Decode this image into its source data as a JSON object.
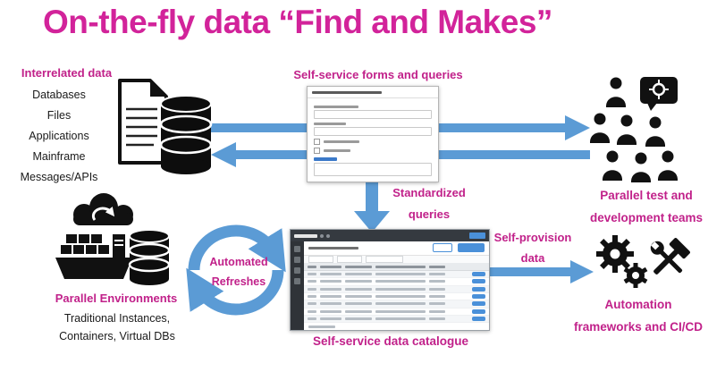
{
  "title": "On-the-fly data “Find and Makes”",
  "sections": {
    "interrelated": {
      "label": "Interrelated data",
      "items": [
        "Databases",
        "Files",
        "Applications",
        "Mainframe",
        "Messages/APIs"
      ]
    },
    "forms": {
      "label": "Self-service forms and queries"
    },
    "standardized": {
      "line1": "Standardized",
      "line2": "queries"
    },
    "teams": {
      "line1": "Parallel test and",
      "line2": "development teams"
    },
    "environments": {
      "label": "Parallel Environments",
      "sub1": "Traditional Instances,",
      "sub2": "Containers, Virtual DBs"
    },
    "refresh": {
      "line1": "Automated",
      "line2": "Refreshes"
    },
    "catalogue": {
      "label": "Self-service data catalogue"
    },
    "provision": {
      "line1": "Self-provision",
      "line2": "data"
    },
    "automation": {
      "line1": "Automation",
      "line2": "frameworks and CI/CD"
    }
  },
  "icons": {
    "document_database": "document-database-icon",
    "people_teams": "people-teams-icon",
    "idea_bubble": "idea-bubble-icon",
    "cloud_refresh": "cloud-refresh-icon",
    "container_ship": "container-ship-icon",
    "database_cylinder": "database-cylinder-icon",
    "refresh_cycle": "refresh-cycle-arrows",
    "gears": "gears-icon",
    "hammer_wrench": "hammer-wrench-icon"
  },
  "colors": {
    "title_pink": "#d2239a",
    "magenta": "#c1218a",
    "arrow_blue": "#5b9bd5",
    "icon_black": "#111111"
  }
}
